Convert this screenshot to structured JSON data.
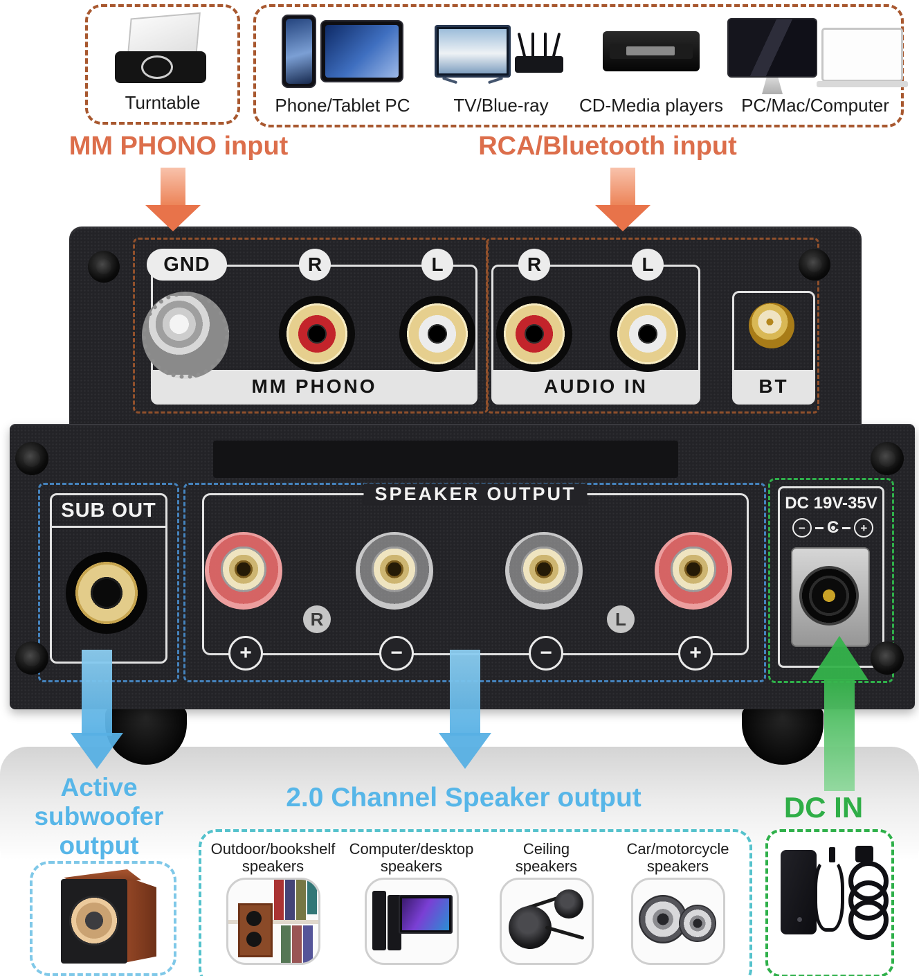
{
  "sources": {
    "turntable_label": "Turntable",
    "devices": [
      {
        "label": "Phone/Tablet PC"
      },
      {
        "label": "TV/Blue-ray"
      },
      {
        "label": "CD-Media players"
      },
      {
        "label": "PC/Mac/Computer"
      }
    ]
  },
  "annotations": {
    "mm_phono": "MM PHONO input",
    "rca_bt": "RCA/Bluetooth input",
    "sub_line1": "Active",
    "sub_line2": "subwoofer",
    "sub_line3": "output",
    "channel": "2.0 Channel Speaker output",
    "dc_in": "DC IN"
  },
  "panel": {
    "phono": {
      "gnd": "GND",
      "right": "R",
      "left": "L",
      "name": "MM PHONO"
    },
    "audio": {
      "right": "R",
      "left": "L",
      "name": "AUDIO IN"
    },
    "bt": {
      "name": "BT"
    },
    "sub": {
      "name": "SUB OUT"
    },
    "speaker": {
      "title": "SPEAKER OUTPUT",
      "right": "R",
      "left": "L",
      "plus": "+",
      "minus": "−"
    },
    "dc": {
      "name": "DC 19V-35V",
      "neg": "−",
      "center": "C",
      "pos": "+"
    }
  },
  "outputs": {
    "speakers": [
      {
        "label": "Outdoor/bookshelf speakers"
      },
      {
        "label": "Computer/desktop speakers"
      },
      {
        "label": "Ceiling speakers"
      },
      {
        "label": "Car/motorcycle speakers"
      }
    ]
  },
  "colors": {
    "coral_text": "#dc6e4b",
    "brown_dash": "#a8582f",
    "blue_dash": "#4583bd",
    "light_blue_text": "#57b6e8",
    "teal_dash": "#55c2cc",
    "green": "#2fb04a",
    "panel_black": "#232327"
  }
}
